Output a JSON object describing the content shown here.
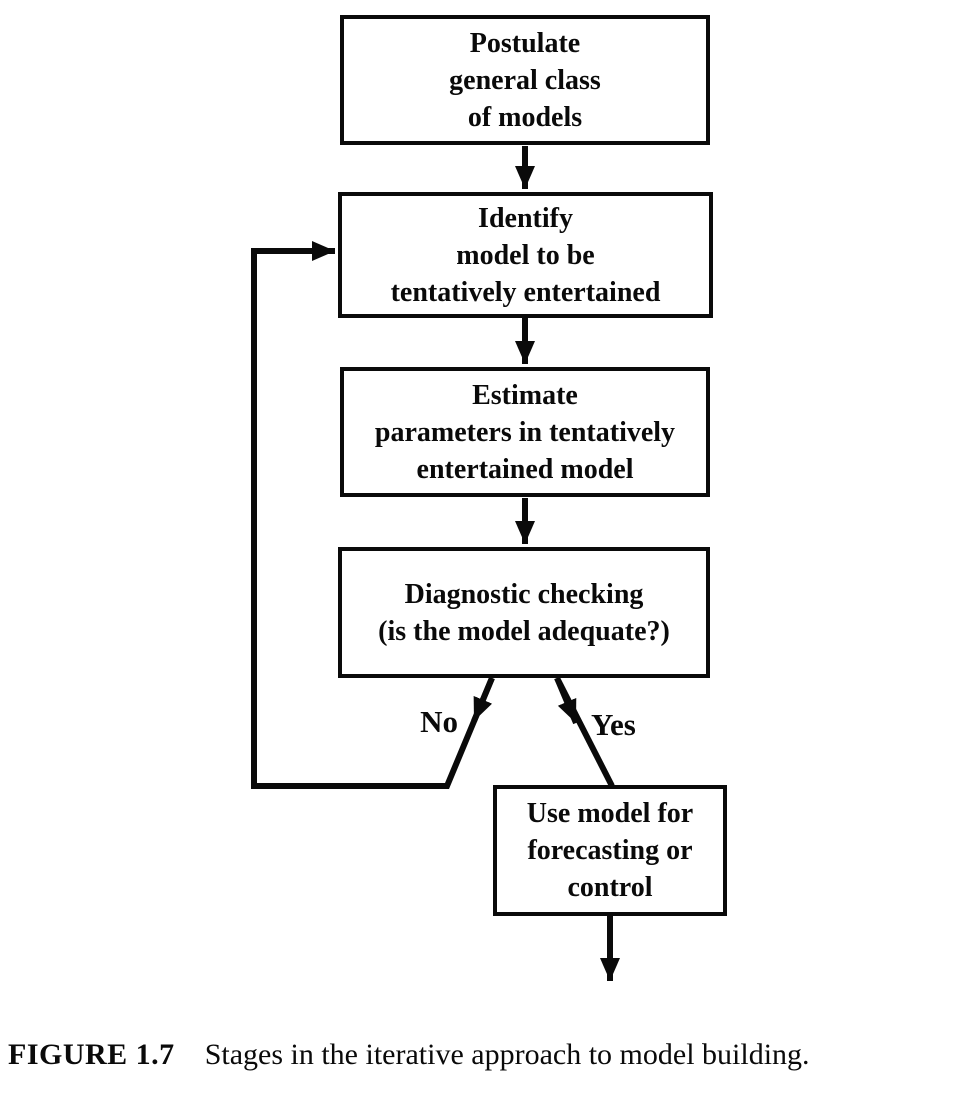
{
  "figure": {
    "caption_label": "FIGURE 1.7",
    "caption_text": "Stages in the iterative approach to model building."
  },
  "flowchart": {
    "nodes": [
      {
        "id": "postulate",
        "lines": [
          "Postulate",
          "general class",
          "of models"
        ]
      },
      {
        "id": "identify",
        "lines": [
          "Identify",
          "model to be",
          "tentatively entertained"
        ]
      },
      {
        "id": "estimate",
        "lines": [
          "Estimate",
          "parameters in tentatively",
          "entertained model"
        ]
      },
      {
        "id": "diagnostic",
        "lines": [
          "Diagnostic checking",
          "(is the model adequate?)"
        ]
      },
      {
        "id": "use",
        "lines": [
          "Use model for",
          "forecasting or",
          "control"
        ]
      }
    ],
    "edge_labels": {
      "no": "No",
      "yes": "Yes"
    },
    "colors": {
      "line": "#0a0a0a",
      "background": "#ffffff"
    }
  }
}
